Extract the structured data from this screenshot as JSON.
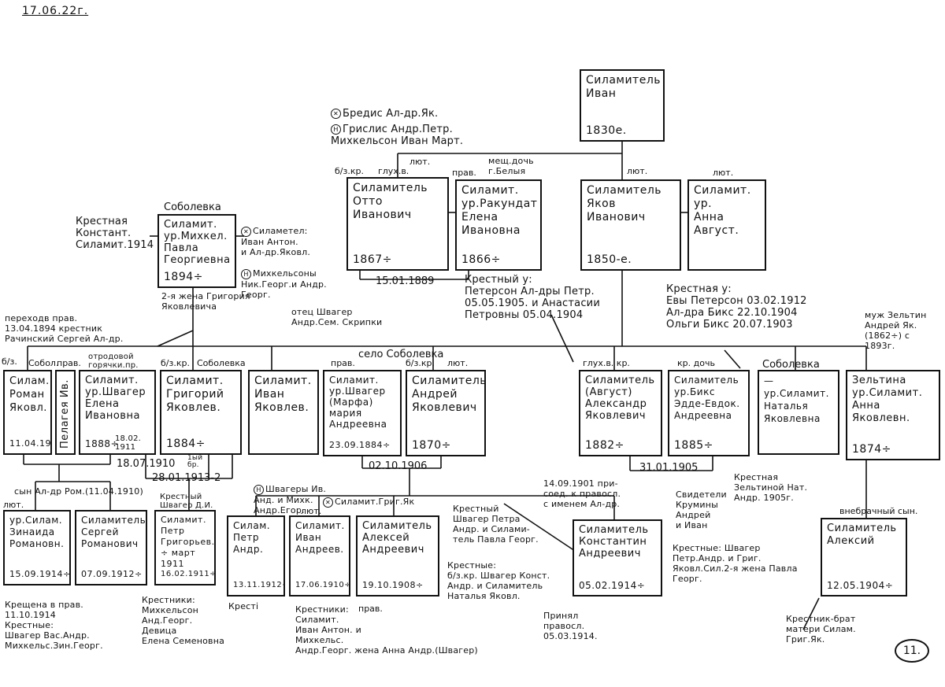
{
  "header": {
    "date": "17.06.22г.",
    "page_number": "11."
  },
  "persons": [
    {
      "id": "ivan",
      "name": "Силамитель\nИван",
      "date": "1830е."
    },
    {
      "id": "otto",
      "name": "Силамитель\nОтто\nИванович",
      "date": "1867÷"
    },
    {
      "id": "elena_r",
      "name": "Силамит.\nур.Ракундат\nЕлена\nИвановна",
      "date": "1866÷"
    },
    {
      "id": "yakov",
      "name": "Силамитель\nЯков\nИванович",
      "date": "1850-е."
    },
    {
      "id": "anna_a",
      "name": "Силамит.\nур.\nАнна\nАвгуст.",
      "date": ""
    },
    {
      "id": "pavla",
      "name": "Силамит.\nур.Михкел.\nПавла\nГеоргиевна",
      "date": "1894÷"
    },
    {
      "id": "roman",
      "name": "Силам.\nРоман\nЯковл.",
      "date": "11.04.1910"
    },
    {
      "id": "pelageya",
      "name": "Пелагея Ив.",
      "date": ""
    },
    {
      "id": "elena_sh",
      "name": "Силамит.\nур.Швагер\nЕлена\nИвановна",
      "date": "1888÷"
    },
    {
      "id": "grigoriy",
      "name": "Силамит.\nГригорий\nЯковлев.",
      "date": "1884÷"
    },
    {
      "id": "ivan_y",
      "name": "Силамит.\nИван\nЯковлев.",
      "date": ""
    },
    {
      "id": "mariya",
      "name": "Силамит.\nур.Швагер\n(Марфа)\nмария\nАндреевна",
      "date": "23.09.1884÷"
    },
    {
      "id": "andrey",
      "name": "Силамитель\nАндрей\nЯковлевич",
      "date": "1870÷"
    },
    {
      "id": "aleksandr",
      "name": "Силамитель\n(Август)\nАлександр\nЯковлевич",
      "date": "1882÷"
    },
    {
      "id": "edde",
      "name": "Силамитель\nур.Бикс\nЭдде-Евдок.\nАндреевна",
      "date": "1885÷"
    },
    {
      "id": "natalya",
      "name": "—\nур.Силамит.\nНаталья\nЯковлевна",
      "date": ""
    },
    {
      "id": "anna_z",
      "name": "Зельтина\nур.Силамит.\nАнна\nЯковлевн.",
      "date": "1874÷"
    },
    {
      "id": "zinaida",
      "name": "ур.Силам.\nЗинаида\nРомановн.",
      "date": "15.09.1914÷"
    },
    {
      "id": "sergey",
      "name": "Силамитель\nСергей\nРоманович",
      "date": "07.09.1912÷"
    },
    {
      "id": "petr_g",
      "name": "Силамит.\nПетр\nГригорьев.\n÷ март 1911",
      "date": "16.02.1911÷"
    },
    {
      "id": "petr_a",
      "name": "Силам.\nПетр\nАндр.",
      "date": "13.11.1912÷"
    },
    {
      "id": "ivan_a",
      "name": "Силамит.\nИван\nАндреев.",
      "date": "17.06.1910÷"
    },
    {
      "id": "aleksey_a",
      "name": "Силамитель\nАлексей\nАндреевич",
      "date": "19.10.1908÷"
    },
    {
      "id": "konstantin",
      "name": "Силамитель\nКонстантин\nАндреевич",
      "date": "05.02.1914÷"
    },
    {
      "id": "aleksiy",
      "name": "Силамитель\nАлексий",
      "date": "12.05.1904÷"
    }
  ],
  "marriages": [
    {
      "id": "m_otto",
      "date": "15.01.1889"
    },
    {
      "id": "m_roman",
      "date": "18.07.1910"
    },
    {
      "id": "m_grig",
      "date": "28.01.1913-2"
    },
    {
      "id": "m_andr",
      "date": "02.10.1906"
    },
    {
      "id": "m_aleks",
      "date": "31.01.1905"
    }
  ],
  "labels": [
    "б/з.кр.",
    "глух.в.",
    "лют.",
    "прав.",
    "мещ.дочь\nг.Белыя",
    "лют.",
    "лют.",
    "Соболевка",
    "б/з.",
    "Собол.",
    "прав.",
    "б/з.кр.",
    "Соболевка",
    "прав.",
    "б/з.кр.",
    "лют.",
    "село Соболевка",
    "глух.в. кр.",
    "кр. дочь",
    "Соболевка",
    "лют.",
    "1ый\nбр.",
    "лют.",
    "прав.",
    "внебрачный сын."
  ],
  "notes": [
    "Бредис Ал-др.Як.",
    "Грислис Андр.Петр.\nМихкельсон Иван Март.",
    "Крестный у:\nПетерсон Ал-дры Петр.\n05.05.1905. и Анастасии\nПетровны 05.04.1904",
    "Крестная у:\nЕвы Петерсон 03.02.1912\nАл-дра Бикс 22.10.1904\nОльги Бикс 20.07.1903",
    "Крестная\nКонстант.\nСиламит.1914",
    "Силаметел:\nИван Антон.\nи Ал-др.Яковл.",
    "Михкельсоны\nНик.Георг.и Андр.\nГеорг.",
    "2-я жена Григория\nЯковлевича",
    "переходв прав.\n13.04.1894 крестник\nРачинский Сергей Ал-др.",
    "отец Швагер\nАндр.Сем. Скрипки",
    "муж Зельтин\nАндрей Як.\n(1862÷) с\n1893г.",
    "отродовой\nгорячки.пр.",
    "18.02.\n1911",
    "сын Ал-др Ром.(11.04.1910)",
    "Крестный\nШвагер Д.И.",
    "Швагеры Ив.\nАнд. и Михк.\nАндр.Егор.",
    "Силамит.Григ.Як",
    "14.09.1901 при-\nсоед. к правосл.\nс именем Ал-др.",
    "Крестная\nЗельтиной Нат.\nАндр. 1905г.",
    "Крестный\nШвагер Петра\nАндр. и Силами-\nтель Павла Георг.",
    "Крестные:\nб/з.кр. Швагер Конст.\nАндр. и Силамитель\nНаталья Яковл.",
    "Свидетели\nКрумины\nАндрей\nи Иван",
    "Крестные: Швагер\nПетр.Андр. и Григ.\nЯковл.Сил.2-я жена Павла\nГеорг.",
    "Крещена в прав.\n11.10.1914\nКрестные:\nШвагер Вас.Андр.\nМихкельс.Зин.Георг.",
    "Крестники:\nМихкельсон\nАнд.Георг.\nДевица\nЕлена Семеновна",
    "Кресті",
    "Крестники:\nСиламит.\nИван Антон. и\nМихкельс.\nАндр.Георг. жена Анна Андр.(Швагер)",
    "Принял\nправосл.\n05.03.1914.",
    "Крестник-брат\nматери Силам.\nГриг.Як."
  ]
}
